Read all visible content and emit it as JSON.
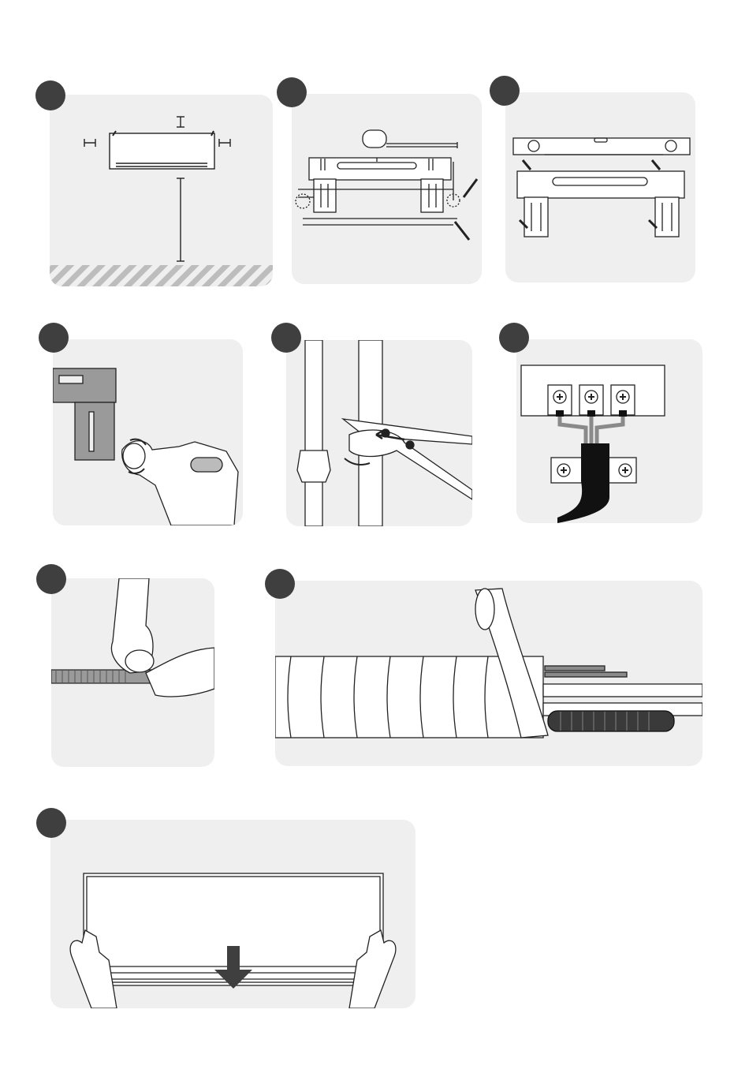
{
  "document": {
    "type": "installation-steps-illustration",
    "steps": [
      {
        "badge": "step-1-badge",
        "depicts": "indoor-unit-clearance"
      },
      {
        "badge": "step-2-badge",
        "depicts": "mounting-plate-measure-mark"
      },
      {
        "badge": "step-3-badge",
        "depicts": "mounting-plate-level-screw"
      },
      {
        "badge": "step-4-badge",
        "depicts": "drill-wall-hole"
      },
      {
        "badge": "step-5-badge",
        "depicts": "tighten-flare-nut-wrenches"
      },
      {
        "badge": "step-6-badge",
        "depicts": "terminal-block-wiring"
      },
      {
        "badge": "step-7-badge",
        "depicts": "wrap-drain-hose-tape"
      },
      {
        "badge": "step-8-badge",
        "depicts": "tape-wrapped-pipe-bundle"
      },
      {
        "badge": "step-9-badge",
        "depicts": "hang-indoor-unit"
      }
    ]
  },
  "colors": {
    "panel": "#efefef",
    "badge": "#3f3f3f",
    "line": "#222222",
    "hatch": "#bdbdbd",
    "metal": "#8a8a8a",
    "cable": "#111111"
  }
}
